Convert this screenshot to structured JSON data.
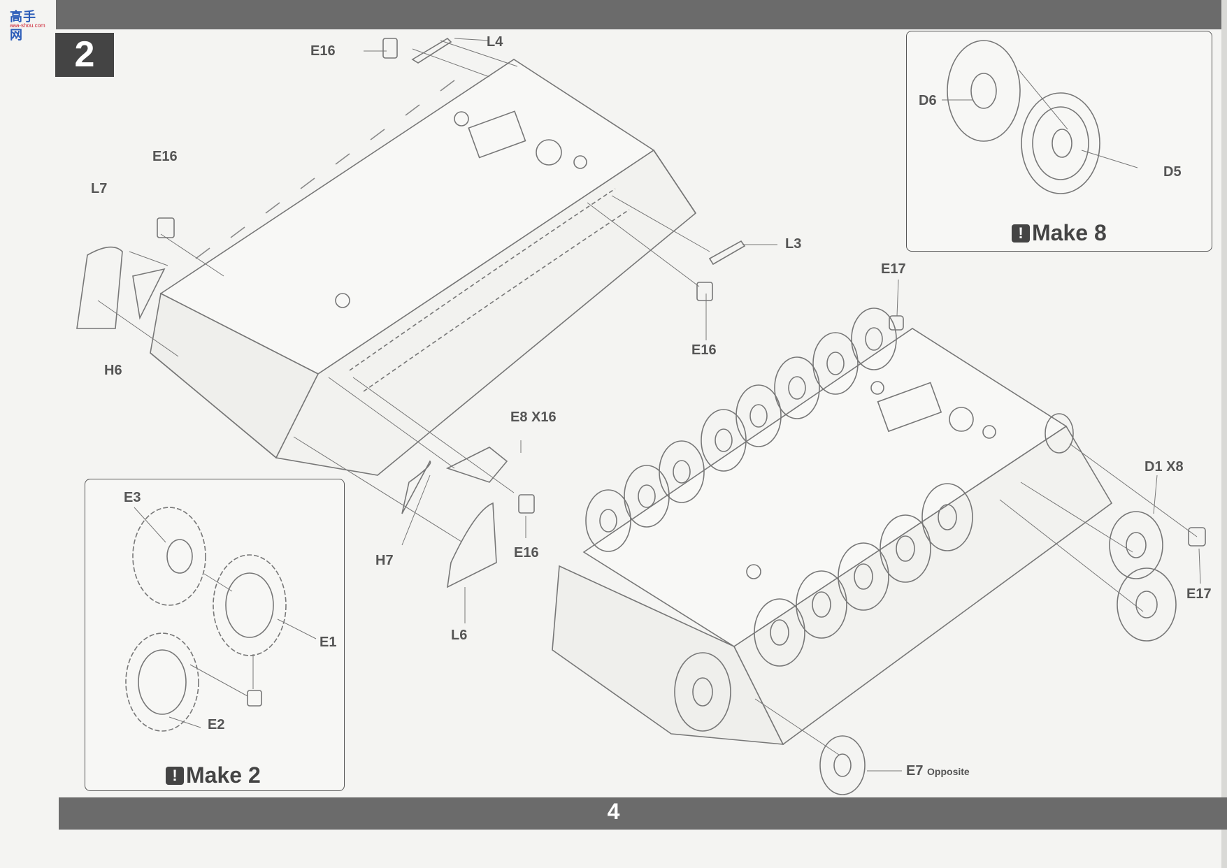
{
  "step": {
    "number": "2"
  },
  "page": {
    "number": "4"
  },
  "watermark": {
    "text": "高手网",
    "url": "aaa-shou.com"
  },
  "inset_make8": {
    "title": "Make 8",
    "parts": [
      "D6",
      "D5"
    ]
  },
  "inset_make2": {
    "title": "Make 2",
    "parts": [
      "E3",
      "E1",
      "E2"
    ]
  },
  "main_labels": {
    "e16_top": "E16",
    "l4": "L4",
    "e16_left": "E16",
    "l7": "L7",
    "h6": "H6",
    "l3": "L3",
    "e16_right": "E16",
    "e8": "E8 X16",
    "h7": "H7",
    "e16_bottom": "E16",
    "l6": "L6",
    "e17_top": "E17",
    "d1": "D1 X8",
    "e17_right": "E17",
    "e7": "E7",
    "e7_note": "Opposite"
  },
  "colors": {
    "bar": "#6b6b6b",
    "step_box": "#444444",
    "line": "#777777"
  }
}
